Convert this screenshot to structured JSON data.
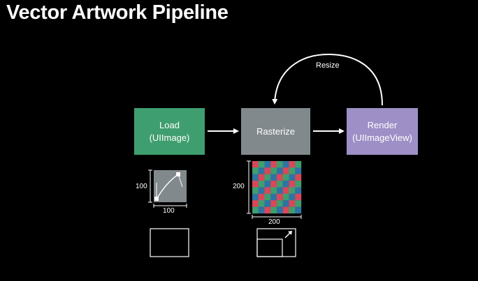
{
  "slide": {
    "title": "Vector Artwork Pipeline"
  },
  "pipeline": {
    "load": {
      "line1": "Load",
      "line2": "(UIImage)"
    },
    "rasterize": {
      "line1": "Rasterize"
    },
    "render": {
      "line1": "Render",
      "line2": "(UIImageView)"
    },
    "resize_label": "Resize"
  },
  "dimensions": {
    "vector_height": "100",
    "vector_width": "100",
    "raster_height": "200",
    "raster_width": "200"
  },
  "colors": {
    "background": "#000000",
    "load_box": "#3f9e6f",
    "rasterize_box": "#82898d",
    "render_box": "#9e8fc6",
    "pixel_red": "#d9485a",
    "pixel_green": "#3f9e6f",
    "pixel_blue": "#2f73a3"
  },
  "icons": {
    "vector": "vector-curve-icon",
    "raster": "pixel-grid-icon",
    "expand": "expand-arrow-icon"
  }
}
